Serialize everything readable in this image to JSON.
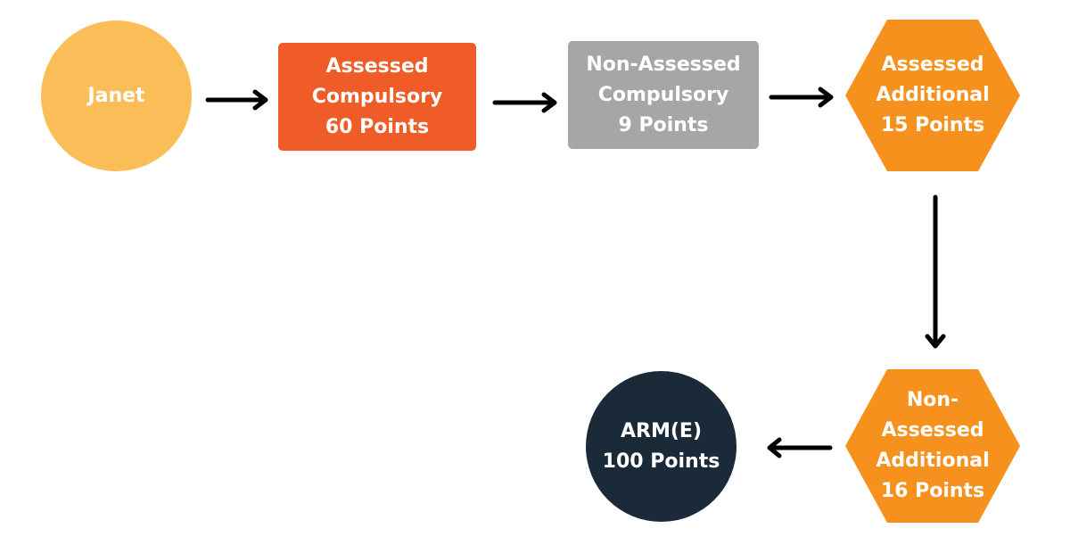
{
  "colors": {
    "start": "#FBBD58",
    "assessed_compulsory": "#EF5C28",
    "non_assessed_compulsory": "#A6A6A6",
    "additional": "#F7911E",
    "end": "#1B2A38",
    "arrow": "#000000"
  },
  "nodes": {
    "start": {
      "lines": [
        "Janet"
      ]
    },
    "assessed_compulsory": {
      "lines": [
        "Assessed",
        "Compulsory",
        "60 Points"
      ]
    },
    "non_assessed_compulsory": {
      "lines": [
        "Non-Assessed",
        "Compulsory",
        "9 Points"
      ]
    },
    "assessed_additional": {
      "lines": [
        "Assessed",
        "Additional",
        "15 Points"
      ]
    },
    "non_assessed_additional": {
      "lines": [
        "Non-",
        "Assessed",
        "Additional",
        "16 Points"
      ]
    },
    "end": {
      "lines": [
        "ARM(E)",
        "100 Points"
      ]
    }
  }
}
